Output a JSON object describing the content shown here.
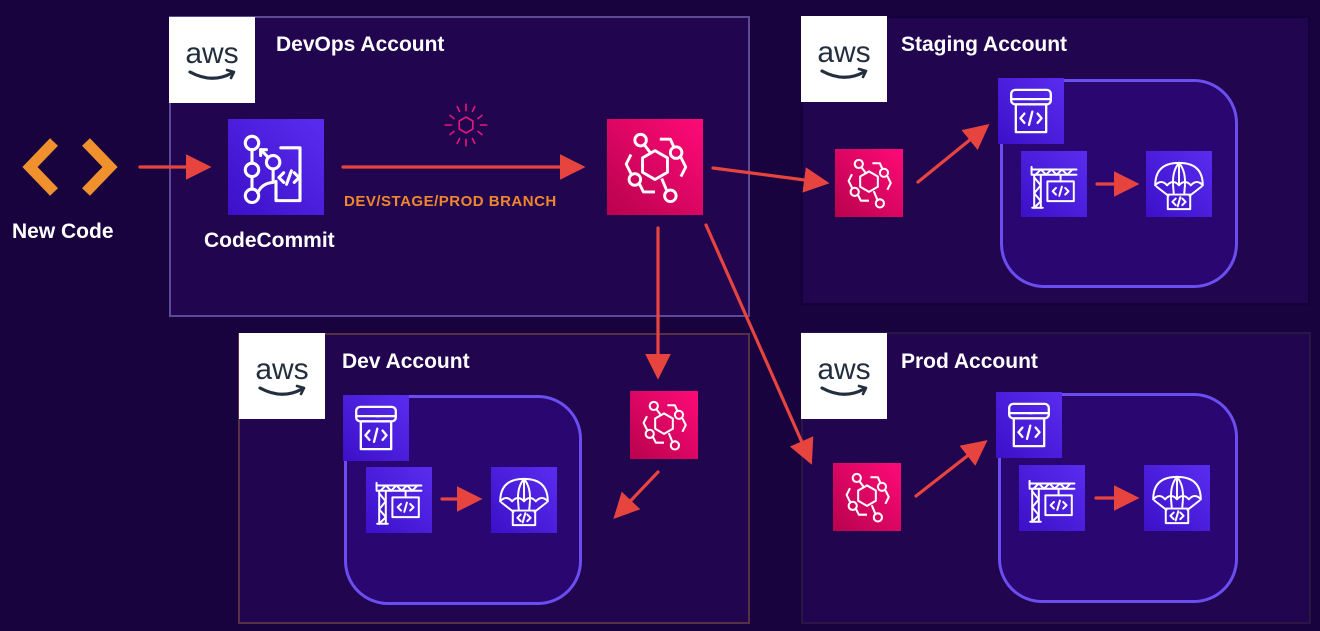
{
  "source": {
    "label": "New Code",
    "icon": "code-brackets-icon",
    "icon_color": "#f0912d"
  },
  "accounts": {
    "devops": {
      "title": "DevOps Account",
      "logo": "aws",
      "services": {
        "codecommit": {
          "label": "CodeCommit",
          "icon": "codecommit-icon"
        },
        "eventbridge": {
          "icon": "eventbridge-icon"
        },
        "event": {
          "icon": "event-trigger-icon"
        }
      },
      "branch_label": "DEV/STAGE/PROD BRANCH"
    },
    "staging": {
      "title": "Staging Account",
      "logo": "aws",
      "services": [
        "eventbridge-icon",
        "codepipeline-icon",
        "codebuild-icon",
        "codedeploy-icon"
      ]
    },
    "dev": {
      "title": "Dev Account",
      "logo": "aws",
      "services": [
        "eventbridge-icon",
        "codepipeline-icon",
        "codebuild-icon",
        "codedeploy-icon"
      ]
    },
    "prod": {
      "title": "Prod Account",
      "logo": "aws",
      "services": [
        "eventbridge-icon",
        "codepipeline-icon",
        "codebuild-icon",
        "codedeploy-icon"
      ]
    }
  },
  "aws_logo_text": "aws",
  "colors": {
    "background": "#18033f",
    "arrow": "#e8443f",
    "branch_label": "#f0862d",
    "group_border": "#6a4ef0",
    "eventbridge": "#e7066a",
    "dev_tools": "#4a1ee0"
  }
}
